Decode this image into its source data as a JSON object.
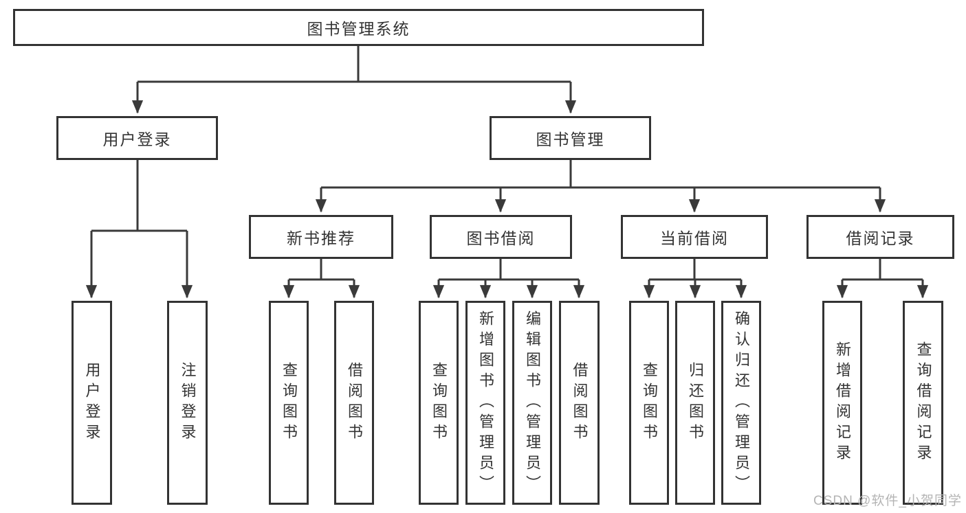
{
  "diagram": {
    "title": "图书管理系统",
    "nodes": {
      "root": "图书管理系统",
      "level2": [
        "用户登录",
        "图书管理"
      ],
      "login_children": [
        "用户登录",
        "注销登录"
      ],
      "mgmt_children": [
        "新书推荐",
        "图书借阅",
        "当前借阅",
        "借阅记录"
      ],
      "new_book_children": [
        "查询图书",
        "借阅图书"
      ],
      "borrow_children": [
        "查询图书",
        "新增图书（管理员）",
        "编辑图书（管理员）",
        "借阅图书"
      ],
      "current_children": [
        "查询图书",
        "归还图书",
        "确认归还（管理员）"
      ],
      "record_children": [
        "新增借阅记录",
        "查询借阅记录"
      ]
    },
    "colors": {
      "line": "#3a3a3a",
      "border": "#333333",
      "text": "#333333",
      "watermark": "#b4b4b4",
      "background": "#ffffff"
    }
  },
  "watermark": {
    "text": "CSDN @软件_小贺同学"
  }
}
